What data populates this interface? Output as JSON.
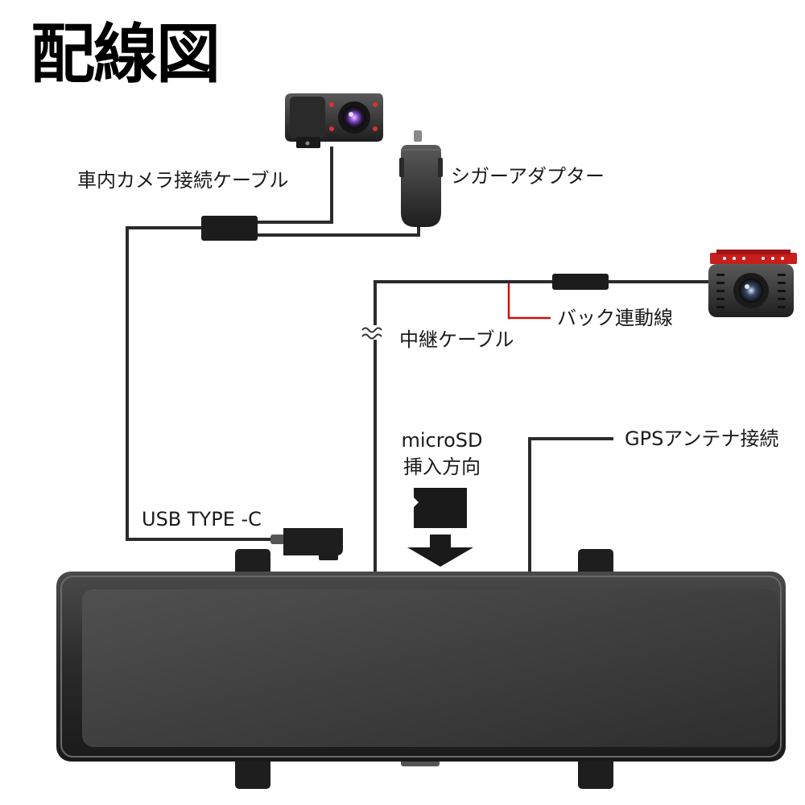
{
  "title": "配線図",
  "labels": {
    "interior_camera_cable": "車内カメラ接続ケーブル",
    "cigar_adapter": "シガーアダプター",
    "reverse_signal_wire": "バック連動線",
    "relay_cable": "中継ケーブル",
    "microsd_line1": "microSD",
    "microsd_line2": "挿入方向",
    "gps_antenna": "GPSアンテナ接続",
    "usb_type_c": "USB TYPE -C"
  },
  "colors": {
    "cable": "#2b2b2b",
    "reverse_wire": "#cc1111",
    "mirror_body": "#2a2a2a",
    "mirror_screen": "#3a3a3a",
    "rear_camera_bracket": "#c81e1e",
    "lens_accent": "#8a4fd8"
  },
  "icons": [
    "interior-camera-icon",
    "cigar-adapter-icon",
    "rear-camera-icon",
    "microsd-card-icon",
    "down-arrow-icon",
    "wave-break-icon"
  ]
}
